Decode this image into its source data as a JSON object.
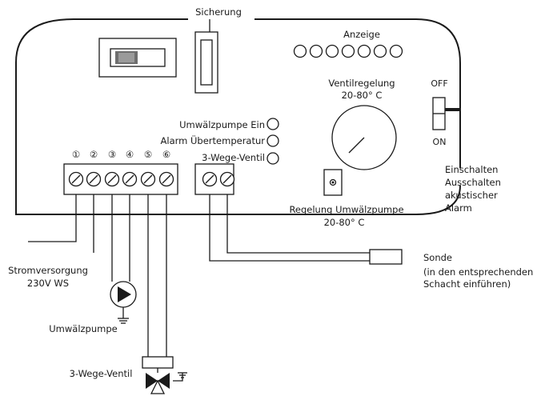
{
  "labels": {
    "fuse": "Sicherung",
    "display": "Anzeige",
    "valve_control": "Ventilregelung",
    "valve_range": "20-80° C",
    "pump_on": "Umwälzpumpe Ein",
    "alarm_overtemp": "Alarm Übertemperatur",
    "three_way_valve_led": "3-Wege-Ventil",
    "pump_control": "Regelung Umwälzpumpe",
    "pump_range": "20-80° C",
    "switch_off": "OFF",
    "switch_on": "ON",
    "switch_desc_1": "Einschalten",
    "switch_desc_2": "Ausschalten",
    "switch_desc_3": "akustischer",
    "switch_desc_4": "Alarm",
    "power_1": "Stromversorgung",
    "power_2": "230V WS",
    "pump": "Umwälzpumpe",
    "valve": "3-Wege-Ventil",
    "probe_1": "Sonde",
    "probe_2": "(in den entsprechenden",
    "probe_3": "Schacht einführen)"
  },
  "terminals": [
    "①",
    "②",
    "③",
    "④",
    "⑤",
    "⑥"
  ],
  "display_led_count": 7
}
